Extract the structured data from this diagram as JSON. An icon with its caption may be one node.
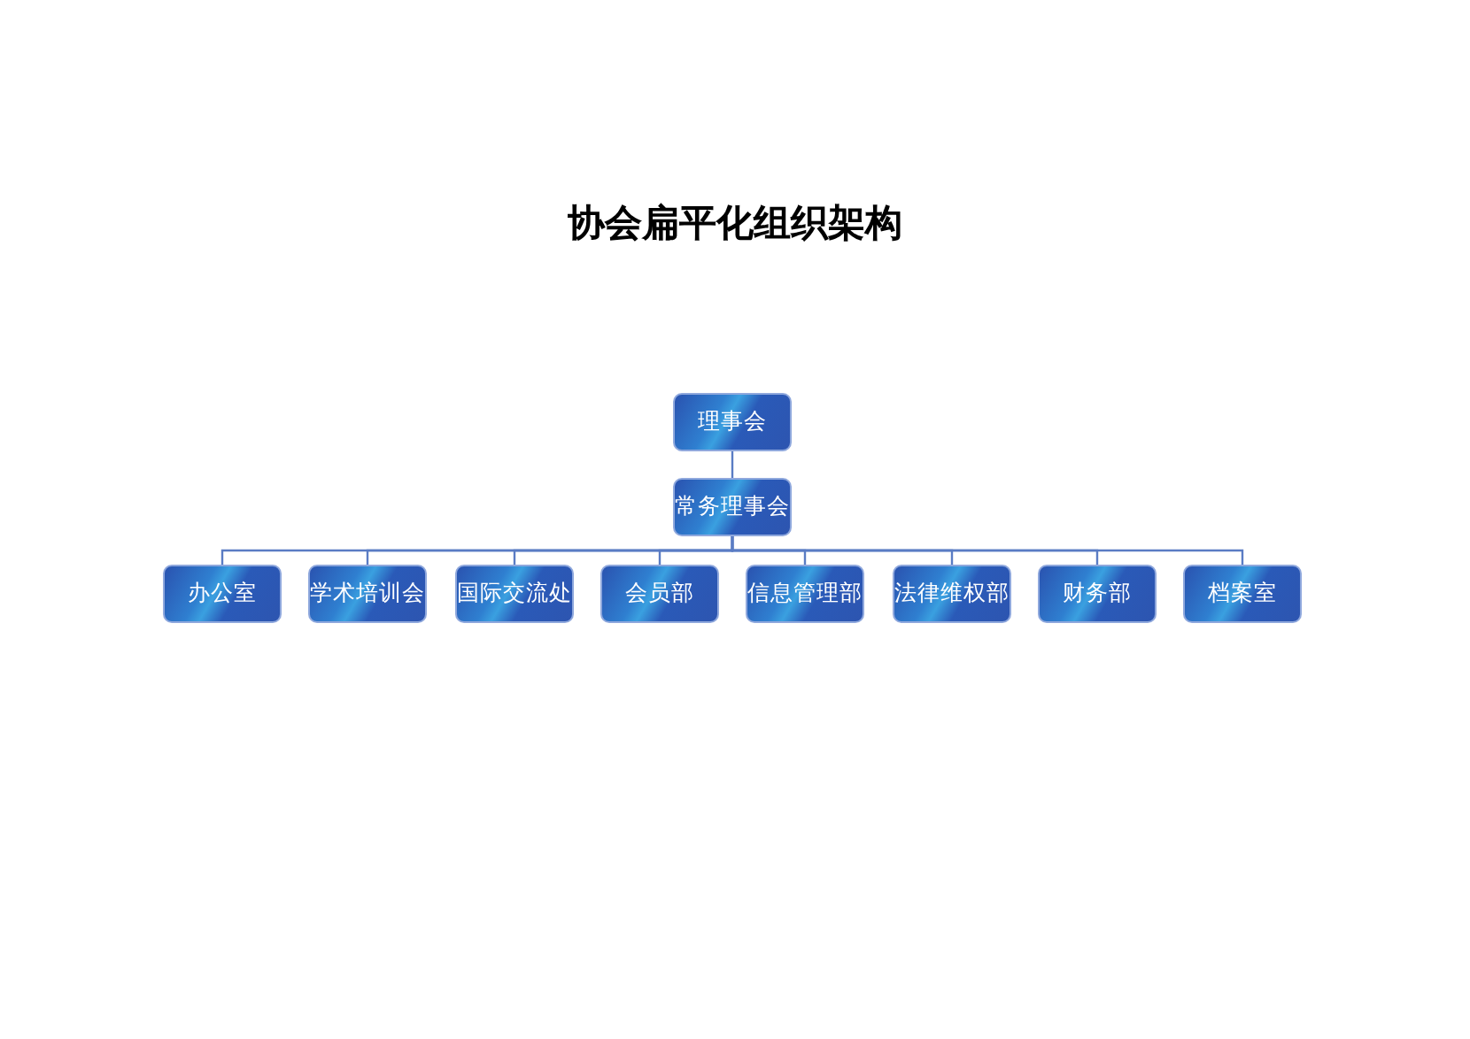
{
  "diagram": {
    "title": "协会扁平化组织架构",
    "nodes": [
      {
        "text": [
          "理事会"
        ]
      },
      {
        "text": [
          "常务理事会"
        ]
      },
      {
        "text": [
          "办公室"
        ]
      },
      {
        "text": [
          "学术培训会"
        ]
      },
      {
        "text": [
          "国际交流处"
        ]
      },
      {
        "text": [
          "会员部"
        ]
      },
      {
        "text": [
          "信息管理部"
        ]
      },
      {
        "text": [
          "法律维权部"
        ]
      },
      {
        "text": [
          "财务部"
        ]
      },
      {
        "text": [
          "档案室"
        ]
      }
    ],
    "edges": [
      {
        "from": 0,
        "to": 1,
        "arrow": "none"
      },
      {
        "from": 1,
        "to": 2,
        "arrow": "none"
      },
      {
        "from": 1,
        "to": 3,
        "arrow": "none"
      },
      {
        "from": 1,
        "to": 4,
        "arrow": "none"
      },
      {
        "from": 1,
        "to": 5,
        "arrow": "none"
      },
      {
        "from": 1,
        "to": 6,
        "arrow": "none"
      },
      {
        "from": 1,
        "to": 7,
        "arrow": "none"
      },
      {
        "from": 1,
        "to": 8,
        "arrow": "none"
      },
      {
        "from": 1,
        "to": 9,
        "arrow": "none"
      }
    ]
  }
}
